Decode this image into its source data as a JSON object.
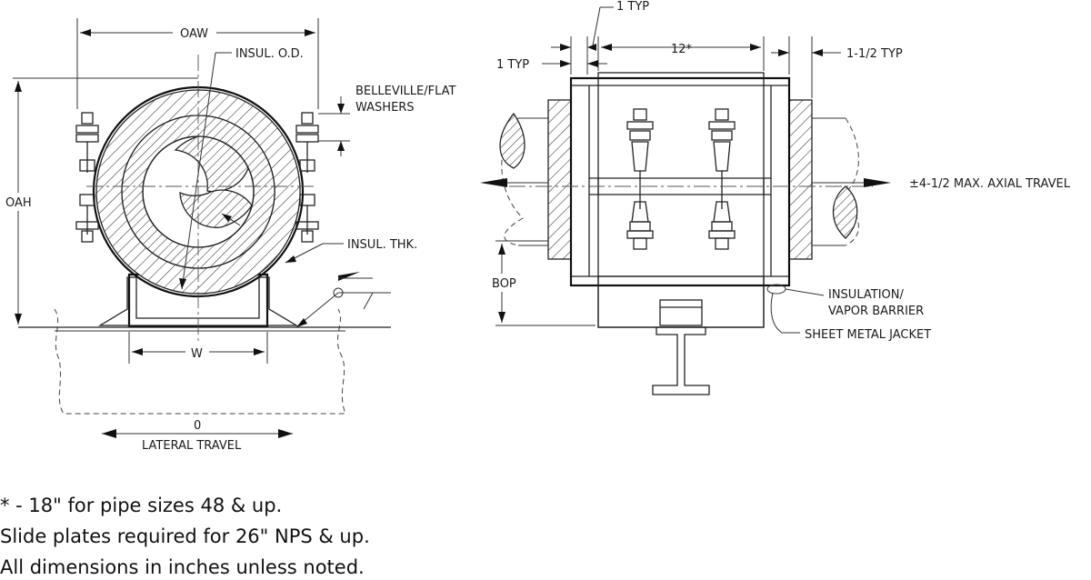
{
  "labels": {
    "oaw": "OAW",
    "oah": "OAH",
    "insul_od": "INSUL. O.D.",
    "belleville_1": "BELLEVILLE/FLAT",
    "belleville_2": "WASHERS",
    "insul_thk": "INSUL. THK.",
    "w": "W",
    "lateral_value": "0",
    "lateral_travel": "LATERAL TRAVEL",
    "one_typ_top": "1 TYP",
    "one_typ_left": "1 TYP",
    "twelve": "12*",
    "one_half_typ": "1-1/2 TYP",
    "axial_travel": "±4-1/2 MAX. AXIAL TRAVEL",
    "bop": "BOP",
    "insulation_1": "INSULATION/",
    "insulation_2": "VAPOR BARRIER",
    "sheet_metal": "SHEET METAL JACKET"
  },
  "notes": [
    "* - 18\" for pipe sizes 48 & up.",
    "Slide plates required for 26\" NPS & up.",
    "All dimensions in inches unless noted."
  ]
}
